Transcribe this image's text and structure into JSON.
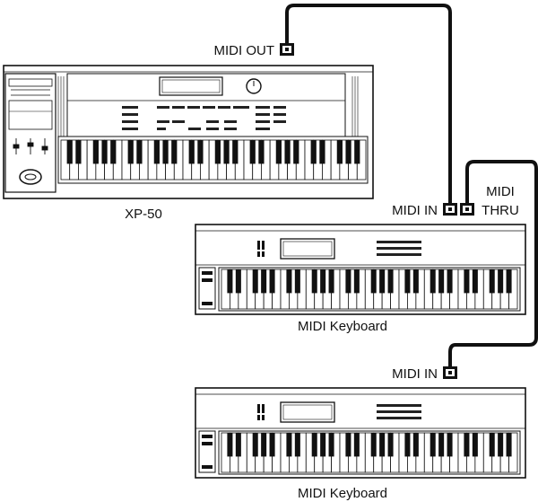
{
  "labels": {
    "xp50_midi_out": "MIDI OUT",
    "xp50_name": "XP-50",
    "kb1_midi_in": "MIDI IN",
    "kb1_midi_thru_line1": "MIDI",
    "kb1_midi_thru_line2": "THRU",
    "kb1_name": "MIDI Keyboard",
    "kb2_midi_in": "MIDI IN",
    "kb2_name": "MIDI Keyboard"
  },
  "devices": [
    {
      "id": "xp50",
      "type": "synthesizer",
      "name": "XP-50",
      "ports": [
        "MIDI OUT"
      ]
    },
    {
      "id": "keyboard-1",
      "type": "midi-keyboard",
      "name": "MIDI Keyboard",
      "ports": [
        "MIDI IN",
        "MIDI THRU"
      ]
    },
    {
      "id": "keyboard-2",
      "type": "midi-keyboard",
      "name": "MIDI Keyboard",
      "ports": [
        "MIDI IN"
      ]
    }
  ],
  "connections": [
    {
      "from": "xp50.MIDI OUT",
      "to": "keyboard-1.MIDI IN"
    },
    {
      "from": "keyboard-1.MIDI THRU",
      "to": "keyboard-2.MIDI IN"
    }
  ]
}
